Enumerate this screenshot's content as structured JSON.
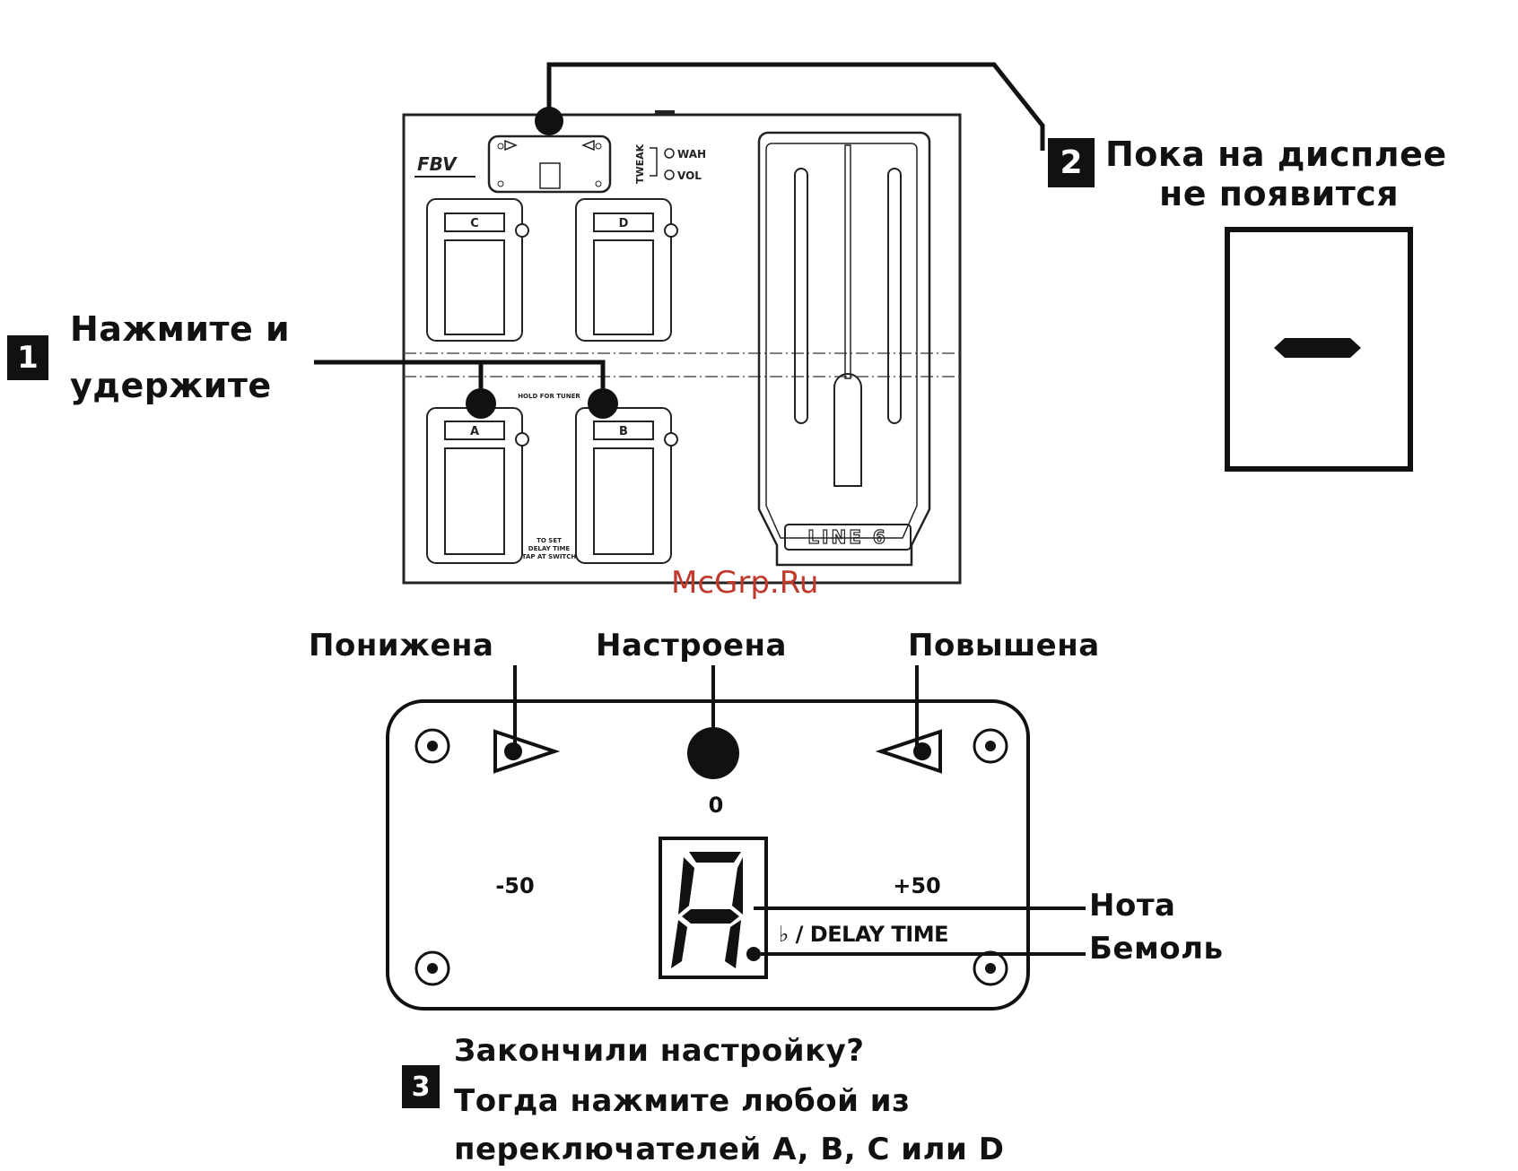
{
  "watermark": "McGrp.Ru",
  "steps": [
    {
      "number": "1",
      "line1": "Нажмите и",
      "line2": "удержите"
    },
    {
      "number": "2",
      "line1": "Пока на дисплее",
      "line2": "не появится"
    },
    {
      "number": "3",
      "line1": "Закончили настройку?",
      "line2": "Тогда нажмите любой из",
      "line3": "переключателей A, B, C или D"
    }
  ],
  "pedal": {
    "brand_logo": "FBV",
    "tweak_label": "TWEAK",
    "tweak_wah": "WAH",
    "tweak_vol": "VOL",
    "switches": {
      "a": "A",
      "b": "B",
      "c": "C",
      "d": "D"
    },
    "hold_for_tuner": "HOLD FOR TUNER",
    "tap_text": [
      "TO SET",
      "DELAY TIME",
      "TAP AT SWITCH"
    ],
    "maker_logo": "LINE 6"
  },
  "tuner": {
    "label_flat": "Понижена",
    "label_tuned": "Настроена",
    "label_sharp": "Повышена",
    "zero": "0",
    "minus": "-50",
    "plus": "+50",
    "digit": "A",
    "flat_delay": "♭ / DELAY TIME",
    "note_label": "Нота",
    "flat_label": "Бемоль"
  },
  "colors": {
    "ink": "#111111",
    "watermark": "#c0392b"
  }
}
